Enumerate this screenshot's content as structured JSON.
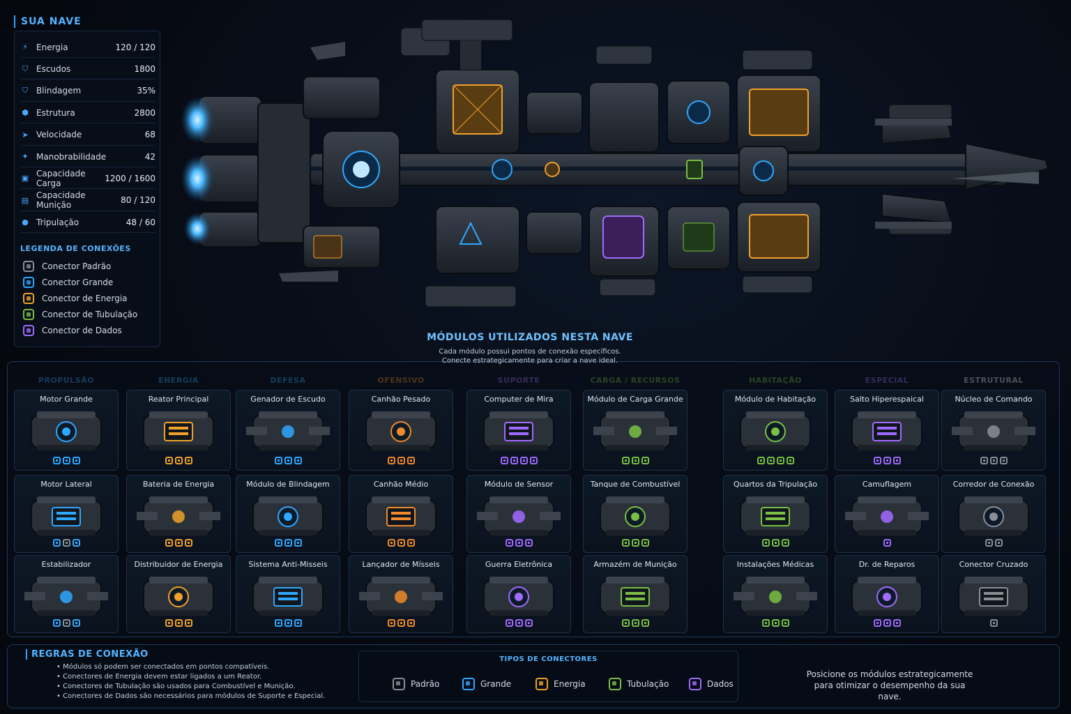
{
  "stats": {
    "title": "SUA NAVE",
    "rows": [
      {
        "icon": "lightning-icon",
        "label": "Energia",
        "value": "120 / 120"
      },
      {
        "icon": "shield-icon",
        "label": "Escudos",
        "value": "1800"
      },
      {
        "icon": "armor-icon",
        "label": "Blindagem",
        "value": "35%"
      },
      {
        "icon": "structure-icon",
        "label": "Estrutura",
        "value": "2800"
      },
      {
        "icon": "speed-icon",
        "label": "Velocidade",
        "value": "68"
      },
      {
        "icon": "maneuver-icon",
        "label": "Manobrabilidade",
        "value": "42"
      },
      {
        "icon": "cargo-icon",
        "label": "Capacidade Carga",
        "value": "1200 / 1600"
      },
      {
        "icon": "ammo-icon",
        "label": "Capacidade Munição",
        "value": "80 / 120"
      },
      {
        "icon": "crew-icon",
        "label": "Tripulação",
        "value": "48 / 60"
      }
    ]
  },
  "legend": {
    "title": "LEGENDA DE CONEXÕES",
    "items": [
      {
        "label": "Conector Padrão",
        "color": "#8a8f96"
      },
      {
        "label": "Conector Grande",
        "color": "#2fa8ff"
      },
      {
        "label": "Conector de Energia",
        "color": "#f0a12a"
      },
      {
        "label": "Conector de Tubulação",
        "color": "#7bc043"
      },
      {
        "label": "Conector de Dados",
        "color": "#a06bff"
      }
    ]
  },
  "modules": {
    "title": "MÓDULOS UTILIZADOS NESTA NAVE",
    "subtitle1": "Cada módulo possui pontos de conexão específicos.",
    "subtitle2": "Conecte estrategicamente para criar a nave ideal.",
    "columns": [
      {
        "title": "PROPULSÃO",
        "color": "#3aa8ff",
        "glow": "#2fa8ff",
        "items": [
          {
            "name": "Motor Grande",
            "conns": [
              "#2fa8ff",
              "#2fa8ff",
              "#2fa8ff"
            ]
          },
          {
            "name": "Motor Lateral",
            "conns": [
              "#2fa8ff",
              "#8a8f96",
              "#2fa8ff"
            ]
          },
          {
            "name": "Estabilizador",
            "conns": [
              "#2fa8ff",
              "#8a8f96",
              "#2fa8ff"
            ]
          }
        ]
      },
      {
        "title": "ENERGIA",
        "color": "#3aa8ff",
        "glow": "#f0a12a",
        "items": [
          {
            "name": "Reator Principal",
            "conns": [
              "#f0a12a",
              "#f0a12a",
              "#f0a12a"
            ]
          },
          {
            "name": "Bateria de Energia",
            "conns": [
              "#f0a12a",
              "#f0a12a",
              "#f0a12a"
            ]
          },
          {
            "name": "Distribuidor de Energia",
            "conns": [
              "#f0a12a",
              "#f0a12a",
              "#f0a12a"
            ]
          }
        ]
      },
      {
        "title": "DEFESA",
        "color": "#3aa8ff",
        "glow": "#2fa8ff",
        "items": [
          {
            "name": "Genador de Escudo",
            "conns": [
              "#2fa8ff",
              "#2fa8ff",
              "#2fa8ff"
            ]
          },
          {
            "name": "Módulo de Blindagem",
            "conns": [
              "#2fa8ff",
              "#2fa8ff",
              "#2fa8ff"
            ]
          },
          {
            "name": "Sistema Anti-Misseis",
            "conns": [
              "#2fa8ff",
              "#2fa8ff",
              "#2fa8ff"
            ]
          }
        ]
      },
      {
        "title": "OFENSIVO",
        "color": "#f08a2a",
        "glow": "#f08a2a",
        "items": [
          {
            "name": "Canhão Pesado",
            "conns": [
              "#f08a2a",
              "#f08a2a",
              "#f08a2a"
            ]
          },
          {
            "name": "Canhão Médio",
            "conns": [
              "#f08a2a",
              "#f08a2a",
              "#f08a2a"
            ]
          },
          {
            "name": "Lançador de Mísseis",
            "conns": [
              "#f08a2a",
              "#f08a2a",
              "#f08a2a"
            ]
          }
        ]
      },
      {
        "title": "SUPORTE",
        "color": "#a06bff",
        "glow": "#a06bff",
        "items": [
          {
            "name": "Computer de Mira",
            "conns": [
              "#a06bff",
              "#a06bff",
              "#a06bff",
              "#a06bff"
            ]
          },
          {
            "name": "Módulo de Sensor",
            "conns": [
              "#a06bff",
              "#a06bff",
              "#a06bff"
            ]
          },
          {
            "name": "Guerra Eletrônica",
            "conns": [
              "#a06bff",
              "#a06bff",
              "#a06bff"
            ]
          }
        ]
      },
      {
        "title": "CARGA / RECURSOS",
        "color": "#7bc043",
        "glow": "#7bc043",
        "items": [
          {
            "name": "Módulo de Carga Grande",
            "conns": [
              "#7bc043",
              "#7bc043",
              "#7bc043"
            ]
          },
          {
            "name": "Tanque de Combustível",
            "conns": [
              "#7bc043",
              "#7bc043",
              "#7bc043"
            ]
          },
          {
            "name": "Armazém de Munição",
            "conns": [
              "#7bc043",
              "#7bc043",
              "#7bc043"
            ]
          }
        ]
      },
      {
        "title": "HABITAÇÃO",
        "color": "#7bc043",
        "glow": "#7bc043",
        "items": [
          {
            "name": "Módulo de Habitação",
            "conns": [
              "#7bc043",
              "#7bc043",
              "#7bc043",
              "#7bc043"
            ]
          },
          {
            "name": "Quartos da Tripulação",
            "conns": [
              "#7bc043",
              "#7bc043",
              "#7bc043"
            ]
          },
          {
            "name": "Instalações Médicas",
            "conns": [
              "#7bc043",
              "#7bc043",
              "#7bc043"
            ]
          }
        ]
      },
      {
        "title": "ESPECIAL",
        "color": "#a06bff",
        "glow": "#a06bff",
        "items": [
          {
            "name": "Salto Hiperespaical",
            "conns": [
              "#a06bff",
              "#a06bff",
              "#a06bff"
            ]
          },
          {
            "name": "Camuflagem",
            "conns": [
              "#a06bff"
            ]
          },
          {
            "name": "Dr. de Reparos",
            "conns": [
              "#a06bff",
              "#a06bff",
              "#a06bff"
            ]
          }
        ]
      },
      {
        "title": "ESTRUTURAL",
        "color": "#e6ebf0",
        "glow": "#8a8f96",
        "items": [
          {
            "name": "Núcleo de Comando",
            "conns": [
              "#8a8f96",
              "#8a8f96",
              "#8a8f96"
            ]
          },
          {
            "name": "Corredor de Conexão",
            "conns": [
              "#8a8f96",
              "#8a8f96"
            ]
          },
          {
            "name": "Conector Cruzado",
            "conns": [
              "#8a8f96"
            ]
          }
        ]
      }
    ]
  },
  "rules": {
    "title": "REGRAS DE CONEXÃO",
    "items": [
      "• Módulos só podem ser conectados em pontos compatíveis.",
      "• Conectores de Energia devem estar ligados a um Reator.",
      "• Conectores de Tubulação são usados para Combustível e Munição.",
      "• Conectores de Dados são necessários para módulos de Suporte e Especial."
    ],
    "types_title": "TIPOS DE CONECTORES",
    "types": [
      {
        "label": "Padrão",
        "color": "#8a8f96"
      },
      {
        "label": "Grande",
        "color": "#2fa8ff"
      },
      {
        "label": "Energia",
        "color": "#f0a12a"
      },
      {
        "label": "Tubulação",
        "color": "#7bc043"
      },
      {
        "label": "Dados",
        "color": "#a06bff"
      }
    ],
    "tip_line1": "Posicione os módulos estrategicamente",
    "tip_line2": "para otimizar o desempenho da sua nave."
  }
}
